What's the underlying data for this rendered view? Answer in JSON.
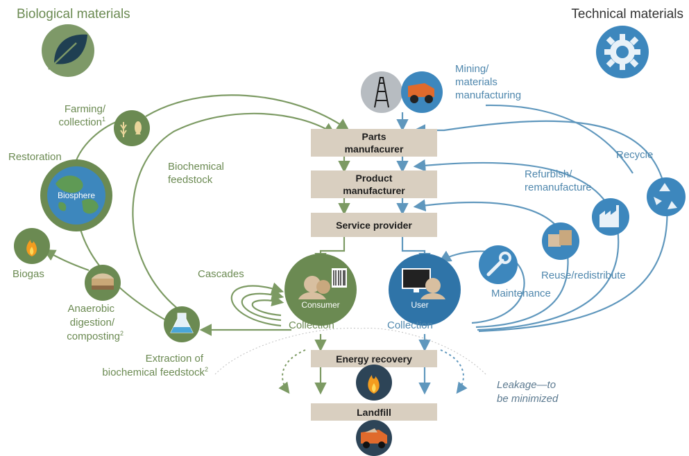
{
  "headers": {
    "biological": "Biological materials",
    "technical": "Technical materials"
  },
  "stages": {
    "parts_line1": "Parts",
    "parts_line2": "manufacurer",
    "product_line1": "Product",
    "product_line2": "manufacturer",
    "service": "Service provider",
    "energy": "Energy recovery",
    "landfill": "Landfill"
  },
  "bio": {
    "farming_line1": "Farming/",
    "farming_line2": "collection",
    "farming_sup": "1",
    "restoration": "Restoration",
    "biosphere": "Biosphere",
    "biochemical_line1": "Biochemical",
    "biochemical_line2": "feedstock",
    "biogas": "Biogas",
    "anaerobic_line1": "Anaerobic",
    "anaerobic_line2": "digestion/",
    "anaerobic_line3": "composting",
    "anaerobic_sup": "2",
    "extraction_line1": "Extraction of",
    "extraction_line2": "biochemical feedstock",
    "extraction_sup": "2",
    "cascades": "Cascades",
    "consumer": "Consumer",
    "collection": "Collection"
  },
  "tech": {
    "mining_line1": "Mining/",
    "mining_line2": "materials",
    "mining_line3": "manufacturing",
    "recycle": "Recycle",
    "refurbish_line1": "Refurbish/",
    "refurbish_line2": "remanufacture",
    "reuse": "Reuse/redistribute",
    "maintenance": "Maintenance",
    "user": "User",
    "collection": "Collection"
  },
  "leakage_line1": "Leakage—to",
  "leakage_line2": "be minimized",
  "colors": {
    "bio_green": "#6b8a52",
    "tech_blue": "#4f87ad",
    "stage_box": "#d9cfc0"
  }
}
